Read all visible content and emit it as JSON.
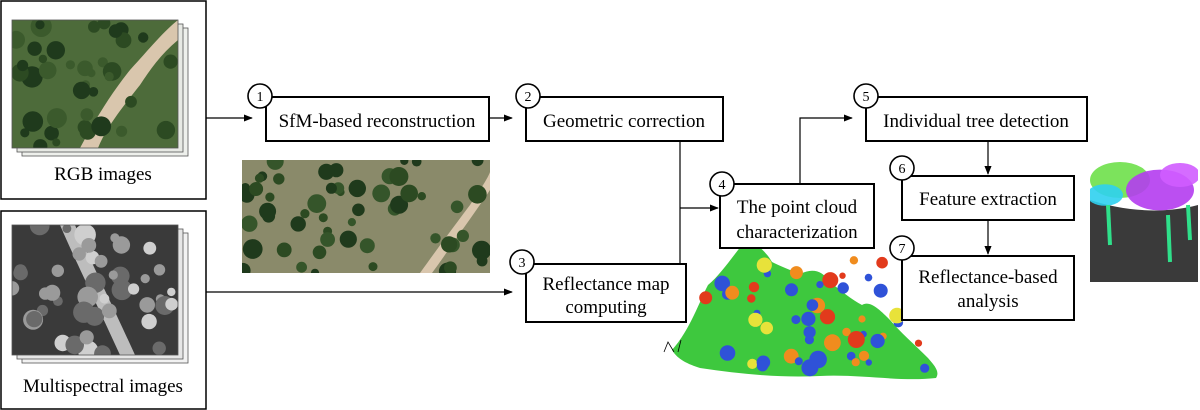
{
  "inputs": {
    "rgb": {
      "caption": "RGB images"
    },
    "multispectral": {
      "caption": "Multispectral images"
    }
  },
  "steps": [
    {
      "number": "1",
      "lines": [
        "SfM-based reconstruction"
      ]
    },
    {
      "number": "2",
      "lines": [
        "Geometric correction"
      ]
    },
    {
      "number": "3",
      "lines": [
        "Reflectance map",
        "computing"
      ]
    },
    {
      "number": "4",
      "lines": [
        "The point cloud",
        "characterization"
      ]
    },
    {
      "number": "5",
      "lines": [
        "Individual tree detection"
      ]
    },
    {
      "number": "6",
      "lines": [
        "Feature extraction"
      ]
    },
    {
      "number": "7",
      "lines": [
        "Reflectance-based",
        "analysis"
      ]
    }
  ],
  "colors": {
    "line": "#000000",
    "road": "#d9c6ad",
    "vegetation_dark": "#1f3a1c",
    "vegetation_mid": "#4d6b3a",
    "ground": "#8a8a6a",
    "gray_dark": "#3a3a3a",
    "gray_light": "#bdbdbd",
    "pc_green": "#3ec83e",
    "pc_blue": "#2f52d8",
    "pc_red": "#e23a1c",
    "pc_yellow": "#e8e23a",
    "tree_purple": "#b43cf0",
    "tree_green": "#2fe08a"
  },
  "icons": {
    "rgb_stack": "aerial-rgb-photo-stack",
    "ms_stack": "aerial-grayscale-photo-stack",
    "ortho": "rgb-orthophoto-image",
    "point_cloud": "reflectance-point-cloud-image",
    "tree_cloud": "segmented-trees-point-cloud-image"
  }
}
